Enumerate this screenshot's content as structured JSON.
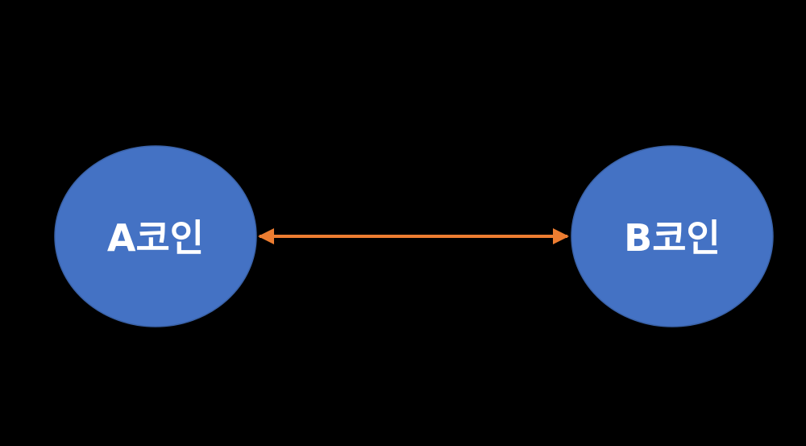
{
  "diagram": {
    "nodes": [
      {
        "id": "a",
        "label": "A코인"
      },
      {
        "id": "b",
        "label": "B코인"
      }
    ],
    "edges": [
      {
        "from": "a",
        "to": "b",
        "direction": "bidirectional"
      }
    ]
  },
  "colors": {
    "background": "#000000",
    "node_fill": "#4472c4",
    "arrow": "#ed7d31",
    "label": "#ffffff"
  }
}
